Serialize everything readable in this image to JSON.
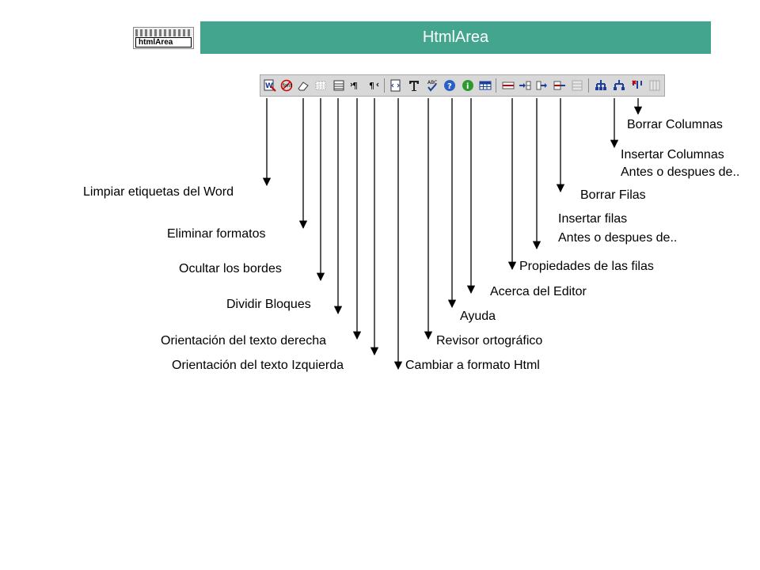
{
  "header": {
    "title": "HtmlArea",
    "logo_text": "htmlArea",
    "banner_color": "#44a58e"
  },
  "toolbar_icons": [
    "word-clean-icon",
    "remove-font-icon",
    "eraser-icon",
    "table-borders-icon",
    "split-blocks-icon",
    "text-ltr-icon",
    "text-rtl-icon",
    "html-source-icon",
    "font-t-icon",
    "spellcheck-icon",
    "help-icon",
    "about-info-icon",
    "table-icon",
    "row-properties-icon",
    "insert-row-before-icon",
    "insert-row-after-icon",
    "delete-row-icon",
    "row-gray-icon",
    "insert-col-before-icon",
    "insert-col-after-icon",
    "delete-col-icon",
    "col-gray-icon"
  ],
  "labels": {
    "borrar_columnas": "Borrar Columnas",
    "insertar_columnas_1": "Insertar Columnas",
    "insertar_columnas_2": "Antes o despues de..",
    "borrar_filas": "Borrar Filas",
    "insertar_filas_1": "Insertar filas",
    "insertar_filas_2": "Antes o despues de..",
    "propiedades_filas": "Propiedades de las filas",
    "acerca_editor": "Acerca del Editor",
    "ayuda": "Ayuda",
    "revisor": "Revisor ortográfico",
    "cambiar_html": "Cambiar a formato Html",
    "limpiar_word": "Limpiar etiquetas del Word",
    "eliminar_formatos": "Eliminar formatos",
    "ocultar_bordes": "Ocultar los bordes",
    "dividir_bloques": "Dividir Bloques",
    "orient_derecha": "Orientación del texto derecha",
    "orient_izquierda": "Orientación del texto Izquierda"
  }
}
